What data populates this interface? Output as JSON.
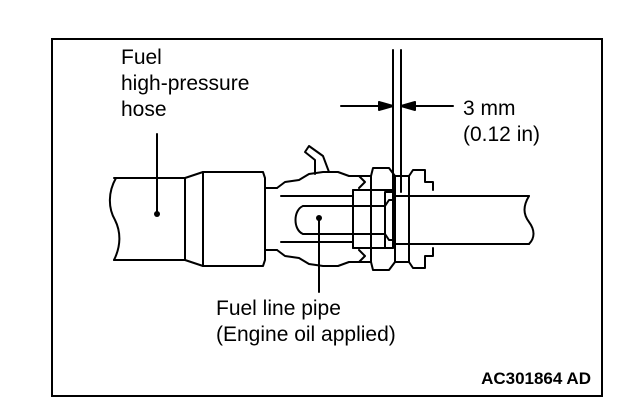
{
  "labels": {
    "hose": [
      "Fuel",
      "high-pressure",
      "hose"
    ],
    "dimension": [
      "3 mm",
      "(0.12 in)"
    ],
    "pipe": [
      "Fuel line pipe",
      "(Engine oil applied)"
    ],
    "code": "AC301864 AD"
  }
}
